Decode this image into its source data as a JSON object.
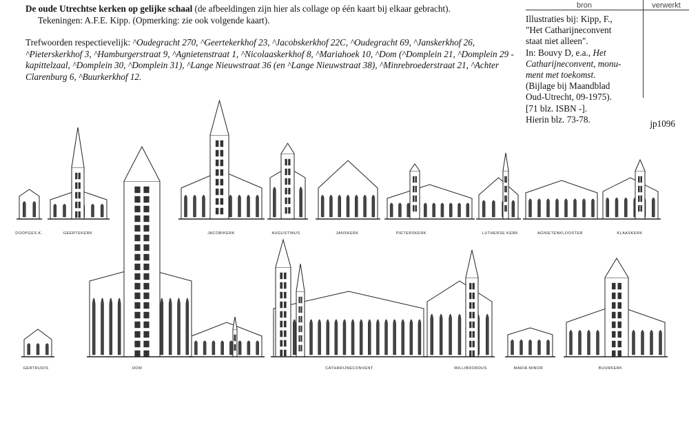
{
  "header": {
    "title_bold": "De oude Utrechtse kerken op gelijke schaal",
    "title_rest": " (de afbeeldingen zijn hier als collage op één kaart bij elkaar gebracht).",
    "subtitle": "Tekeningen: A.F.E. Kipp. (Opmerking: zie ook volgende kaart).",
    "keywords_label": "Trefwoorden respectievelijk: ",
    "keywords": "^Oudegracht 270, ^Geertekerkhof 23, ^Jacobskerkhof 22C, ^Oudegracht 69, ^Janskerkhof 26, ^Pieterskerkhof 3, ^Hamburgerstraat 9, ^Agnietenstraat 1, ^Nicolaaskerkhof 8, ^Mariahoek 10, ^Dom (^Domplein 21, ^Domplein 29 - kapittelzaal, ^Domplein 30, ^Domplein 31), ^Lange Nieuwstraat 36 (en ^Lange Nieuwstraat 38), ^Minrebroederstraat 21, ^Achter Clarenburg 6, ^Buurkerkhof 12."
  },
  "source": {
    "col_bron": "bron",
    "col_verwerkt": "verwerkt",
    "line1": "Illustraties bij: Kipp, F.,",
    "line2": "\"Het Catharijneconvent",
    "line3": "staat niet alleen\".",
    "line4a": "In: Bouvy D, e.a., ",
    "line4b": "Het",
    "line5": "Catharijneconvent, monu-",
    "line6": "ment met toekomst",
    "line6b": ".",
    "line7": "(Bijlage bij Maandblad",
    "line8": "Oud-Utrecht, 09-1975).",
    "line9": "[71  blz. ISBN -].",
    "line10": "Hierin blz. 73-78.",
    "ref": "jp1096"
  },
  "labels": {
    "top": [
      "DOOPGES.K.",
      "GEERTEKERK",
      "JACOBIKERK",
      "AUGUSTINUS",
      "JANSKERK",
      "PIETERSKERK",
      "LUTHERSE KERK",
      "AGNIETENKLOOSTER",
      "KLAASKERK"
    ],
    "bottom": [
      "GERTRUDIS",
      "DOM",
      "CATHARIJNECONVENT",
      "WILLIBRORDUS",
      "MARIA MINOR",
      "BUURKERK"
    ]
  }
}
